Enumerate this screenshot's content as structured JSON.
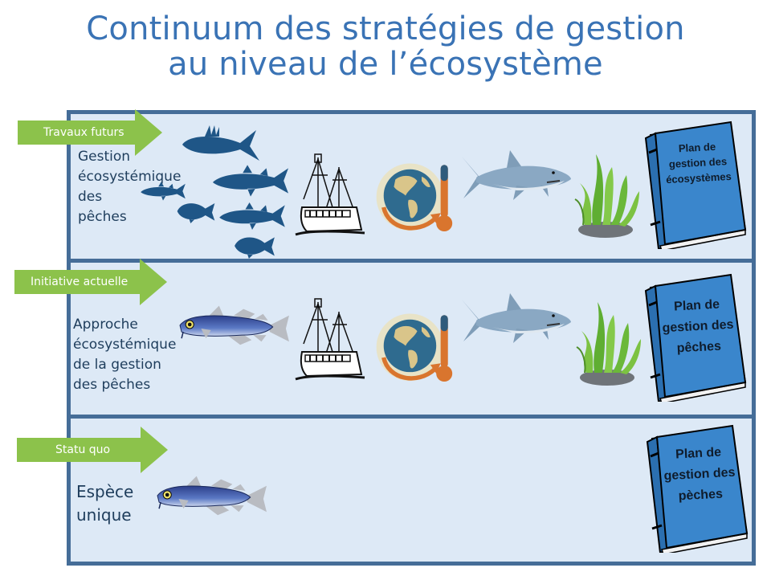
{
  "title": {
    "line1": "Continuum des stratégies de gestion",
    "line2": "au niveau de l’écosystème"
  },
  "colors": {
    "title": "#3a73b5",
    "frame_border": "#456d98",
    "panel_background": "#dde9f6",
    "arrow_green": "#8cc24b",
    "fish_silhouette": "#1f5687",
    "book_blue": "#3a86cc"
  },
  "rows": [
    {
      "arrow_label": "Travaux futurs",
      "description": [
        "Gestion",
        "écosystémique",
        "des",
        "pêches"
      ],
      "icons": [
        "fish-school-silhouettes-icon",
        "fishing-boat-icon",
        "globe-climate-thermometer-icon",
        "shark-icon",
        "seaweed-icon"
      ],
      "book": [
        "Plan de",
        "gestion des",
        "écosystèmes"
      ]
    },
    {
      "arrow_label": "Initiative actuelle",
      "description": [
        "Approche",
        "écosystémique",
        "de la gestion",
        "des pêches"
      ],
      "icons": [
        "cod-fish-icon",
        "fishing-boat-icon",
        "globe-climate-thermometer-icon",
        "shark-icon",
        "seaweed-icon"
      ],
      "book": [
        "Plan de",
        "gestion des",
        "pêches"
      ]
    },
    {
      "arrow_label": "Statu quo",
      "description": [
        "Espèce",
        "unique"
      ],
      "icons": [
        "cod-fish-icon"
      ],
      "book": [
        "Plan de",
        "gestion des",
        "pèches"
      ]
    }
  ]
}
